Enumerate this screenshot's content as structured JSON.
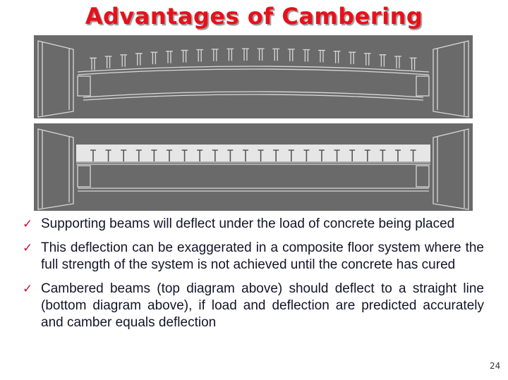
{
  "title": "Advantages of Cambering",
  "bullets": [
    {
      "icon": "check-icon",
      "text": "Supporting beams will deflect under the load of concrete being placed"
    },
    {
      "icon": "check-icon",
      "text": "This deflection can be exaggerated in a composite floor system where the full strength of the system is not achieved until the concrete has cured"
    },
    {
      "icon": "check-icon",
      "text": "Cambered beams (top diagram above) should deflect to a straight line (bottom diagram above), if load and deflection are predicted accurately and camber equals deflection"
    }
  ],
  "page_number": "24",
  "colors": {
    "title": "#e8101a",
    "check": "#c8102e",
    "panel": "#6a6a6a",
    "text": "#14142a"
  }
}
